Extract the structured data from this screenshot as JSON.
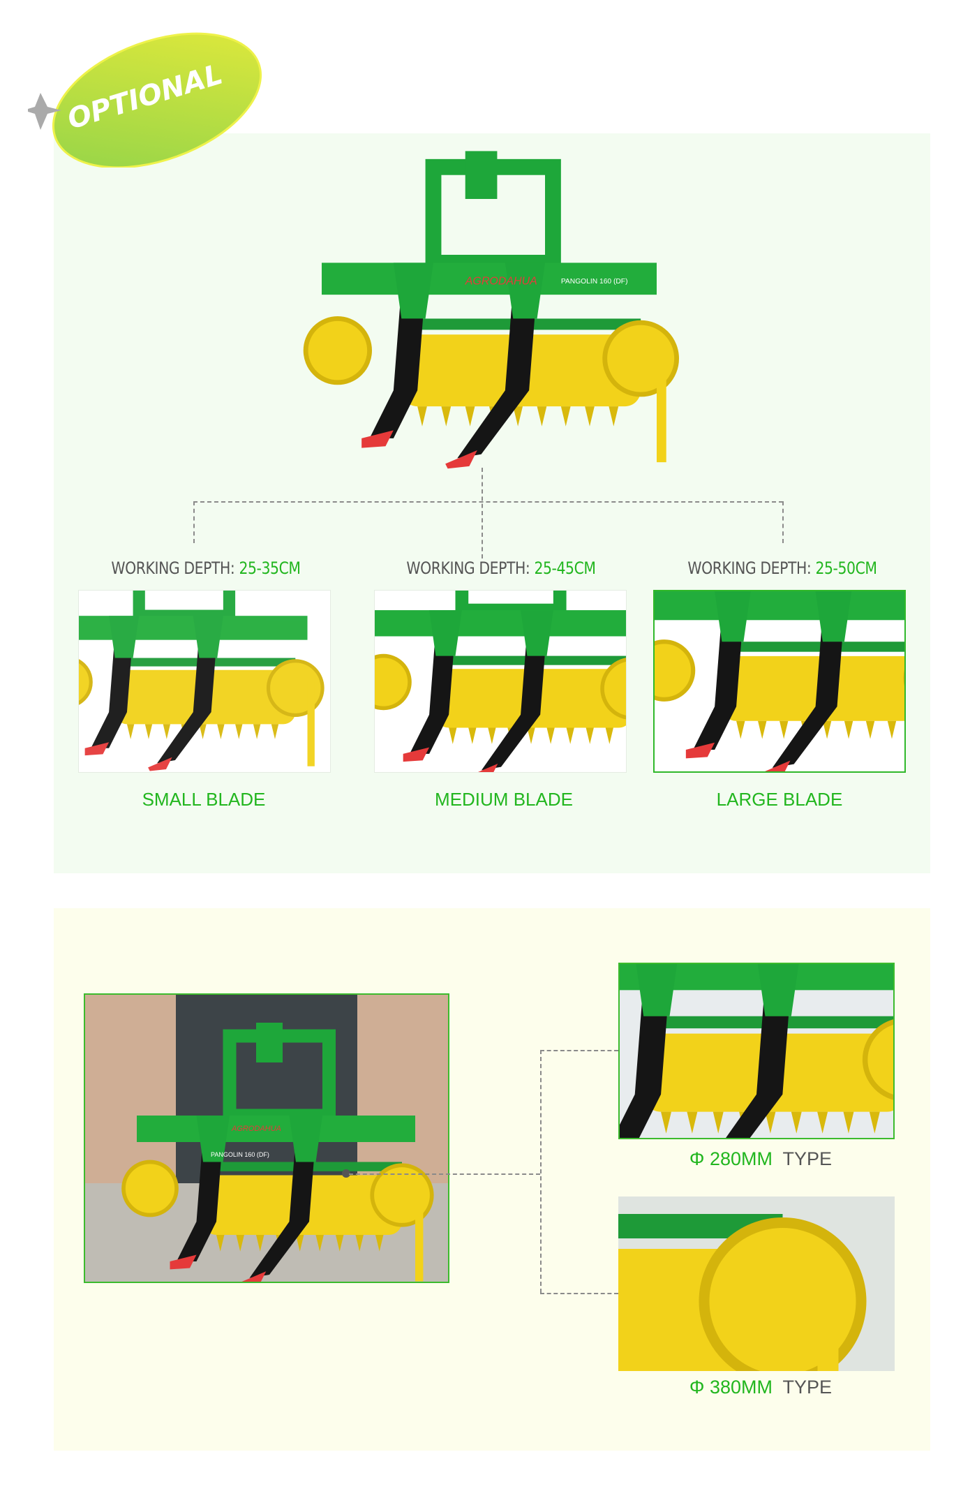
{
  "badge": {
    "label": "OPTIONAL"
  },
  "product": {
    "brand": "AGRODAHUA",
    "model": "PANGOLIN 160 (DF)"
  },
  "blades": [
    {
      "depth_label": "WORKING DEPTH:",
      "depth_value": "25-35CM",
      "name": "SMALL BLADE",
      "selected": false
    },
    {
      "depth_label": "WORKING DEPTH:",
      "depth_value": "25-45CM",
      "name": "MEDIUM BLADE",
      "selected": false
    },
    {
      "depth_label": "WORKING DEPTH:",
      "depth_value": "25-50CM",
      "name": "LARGE BLADE",
      "selected": true
    }
  ],
  "rollers": [
    {
      "symbol": "Φ",
      "size": "280MM",
      "type": "TYPE"
    },
    {
      "symbol": "Φ",
      "size": "380MM",
      "type": "TYPE"
    }
  ],
  "colors": {
    "accent_green": "#22b61f",
    "frame_green": "#1ea73a",
    "roller_yellow": "#f2d21a",
    "tip_red": "#e53a3a"
  }
}
